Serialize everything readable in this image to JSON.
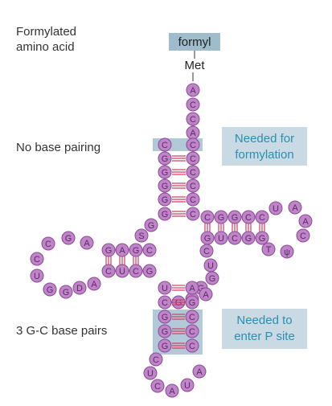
{
  "labels": {
    "formylated": "Formylated\namino acid",
    "no_base_pairing": "No base pairing",
    "gc_pairs": "3 G-C base pairs"
  },
  "boxes": {
    "formyl": "formyl",
    "met": "Met",
    "needed_formylation": "Needed for\nformylation",
    "needed_p_site": "Needed to\nenter P site"
  },
  "colors": {
    "nucleotide_fill": "#c084c8",
    "nucleotide_light": "#e8cdee",
    "nucleotide_stroke": "#8a4a96",
    "letter": "#5a2a66",
    "highlight_box": "#9fbccd",
    "annotation_text": "#2a8fb0",
    "base_pair_line": "#d04060"
  },
  "acceptor_stem_5prime": [
    "C",
    "G",
    "G",
    "G",
    "G",
    "G"
  ],
  "acceptor_stem_3prime": [
    "A",
    "C",
    "C",
    "C",
    "C",
    "C",
    "C"
  ],
  "acceptor_tail": [
    "A",
    "C",
    "C",
    "A"
  ],
  "d_arm_top": [
    "C",
    "G",
    "A",
    "G"
  ],
  "d_arm_bottom": [
    "C",
    "U",
    "C",
    "G"
  ],
  "d_loop": [
    "C",
    "G",
    "A",
    "C",
    "U",
    "G",
    "G",
    "D",
    "A"
  ],
  "t_arm_top": [
    "C",
    "G",
    "G",
    "C",
    "C"
  ],
  "t_arm_bottom": [
    "G",
    "U",
    "C",
    "G",
    "G"
  ],
  "t_loop": [
    "U",
    "A",
    "A",
    "C",
    "ψ",
    "T"
  ],
  "variable_loop": [
    "C",
    "U",
    "G",
    "G",
    "A",
    "A",
    "G"
  ],
  "anticodon_stem_left": [
    "U",
    "C",
    "G",
    "G",
    "G"
  ],
  "anticodon_stem_right": [
    "A",
    "G",
    "C",
    "C",
    "C"
  ],
  "anticodon_loop": [
    "C",
    "U",
    "C",
    "A",
    "U",
    "A"
  ],
  "connector": [
    "G",
    "S"
  ]
}
